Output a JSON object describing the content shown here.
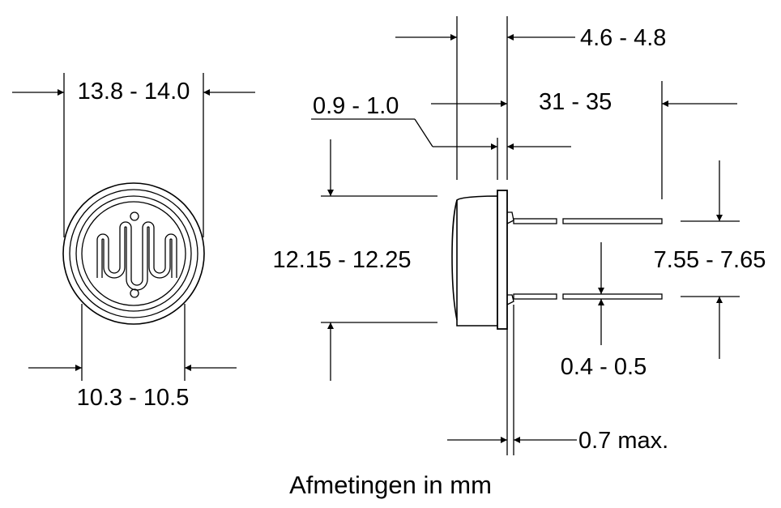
{
  "dimensions": {
    "outer_diameter": "13.8 - 14.0",
    "inner_diameter": "10.3 - 10.5",
    "thickness": "4.6 - 4.8",
    "lead_length": "31 - 35",
    "flange": "0.9 - 1.0",
    "body_height": "12.15 - 12.25",
    "lead_spacing": "7.55 - 7.65",
    "lead_diameter": "0.4 - 0.5",
    "clearance": "0.7 max."
  },
  "caption": "Afmetingen in mm"
}
